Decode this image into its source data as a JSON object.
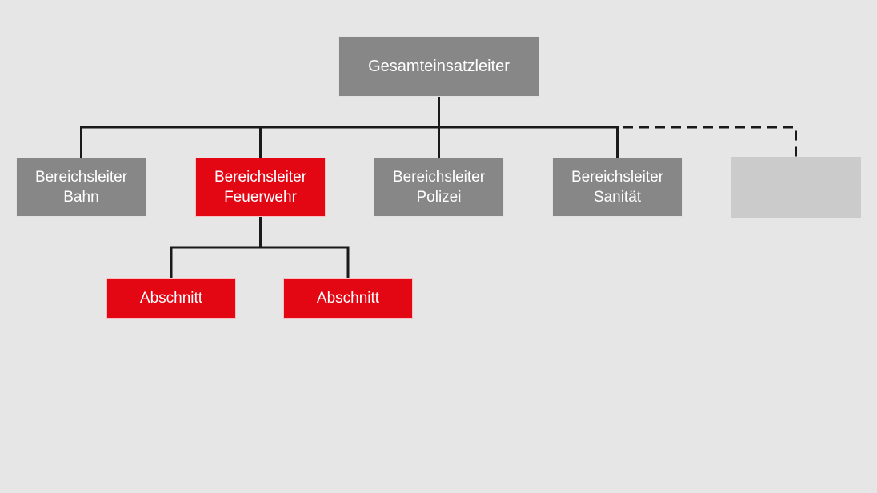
{
  "org_chart": {
    "root": {
      "label": "Gesamteinsatzleiter",
      "variant": "gray"
    },
    "level2": [
      {
        "id": "bahn",
        "label": "Bereichsleiter\nBahn",
        "variant": "gray"
      },
      {
        "id": "feuerwehr",
        "label": "Bereichsleiter\nFeuerwehr",
        "variant": "red"
      },
      {
        "id": "polizei",
        "label": "Bereichsleiter\nPolizei",
        "variant": "gray"
      },
      {
        "id": "sanitaet",
        "label": "Bereichsleiter\nSanität",
        "variant": "gray"
      },
      {
        "id": "placeholder",
        "label": "",
        "variant": "dashed-empty"
      }
    ],
    "level3": [
      {
        "id": "abschnitt-1",
        "label": "Abschnitt",
        "variant": "red"
      },
      {
        "id": "abschnitt-2",
        "label": "Abschnitt",
        "variant": "red"
      }
    ],
    "colors": {
      "background": "#e6e6e6",
      "node_gray": "#878787",
      "node_red": "#e30613",
      "node_placeholder_fill": "#cbcbcb",
      "connector": "#1a1a1a",
      "text": "#ffffff"
    }
  }
}
